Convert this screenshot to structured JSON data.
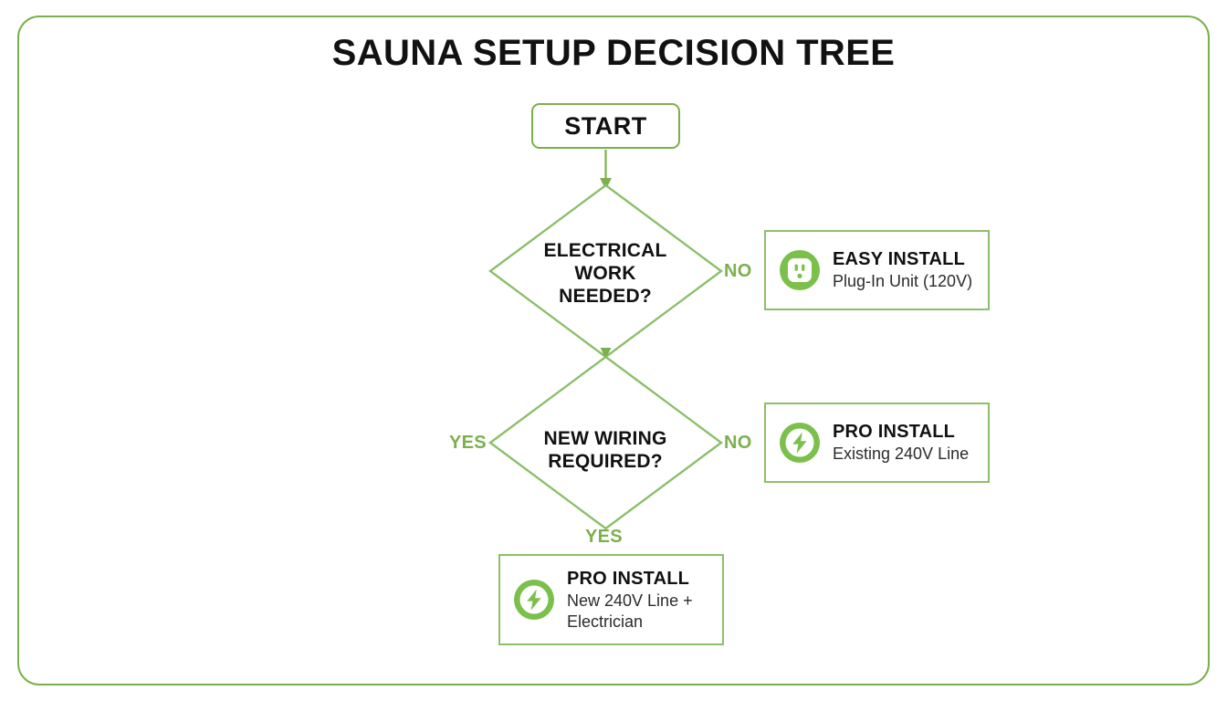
{
  "page": {
    "title": "SAUNA SETUP DECISION TREE",
    "frame_color": "#7BB04A",
    "accent_green": "#7CB04D",
    "icon_green": "#7CC04C",
    "box_border": "#8CBF6A",
    "text_color": "#111111"
  },
  "nodes": {
    "start": {
      "label": "START",
      "type": "terminator"
    },
    "decision_1": {
      "type": "decision",
      "line1": "ELECTRICAL",
      "line2": "WORK",
      "line3": "NEEDED?"
    },
    "decision_2": {
      "type": "decision",
      "line1": "NEW WIRING",
      "line2": "REQUIRED?"
    }
  },
  "edges": {
    "start_to_d1": {
      "label": "",
      "arrow": true
    },
    "d1_no": {
      "label": "NO",
      "target": "easy_install"
    },
    "d1_yes": {
      "label": "",
      "target": "decision_2",
      "arrow": true
    },
    "d2_no": {
      "label": "NO",
      "target": "pro_install_existing"
    },
    "d2_yes_left": {
      "label": "YES"
    },
    "d2_yes_down": {
      "label": "YES",
      "target": "pro_install_new"
    }
  },
  "outcomes": [
    {
      "id": "easy_install",
      "icon": "power-outlet-icon",
      "title": "EASY INSTALL",
      "subtitle": "Plug-In Unit (120V)"
    },
    {
      "id": "pro_install_existing",
      "icon": "lightning-bolt-icon",
      "title": "PRO INSTALL",
      "subtitle": "Existing 240V Line"
    },
    {
      "id": "pro_install_new",
      "icon": "lightning-bolt-icon",
      "title": "PRO INSTALL",
      "subtitle": "New 240V Line + Electrician"
    }
  ]
}
